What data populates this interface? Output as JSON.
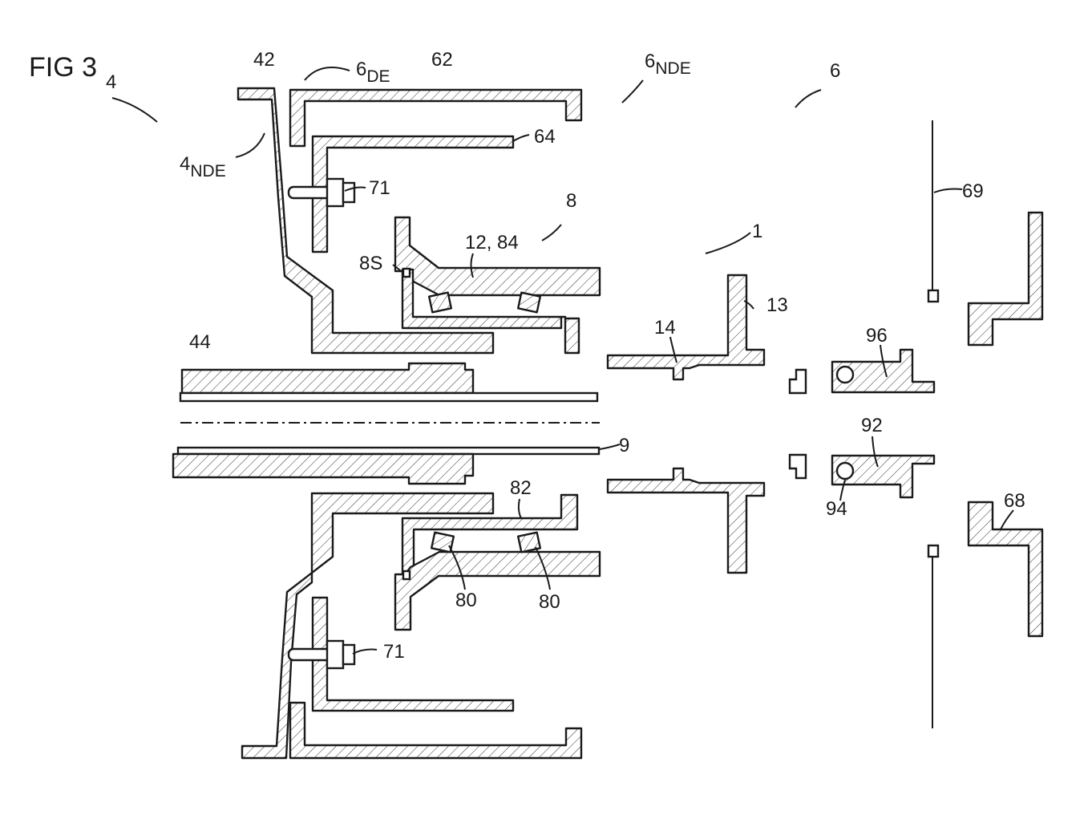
{
  "figure": {
    "title": "FIG 3",
    "labels": {
      "l4": "4",
      "l4nde": "4",
      "l4nde_sub": "NDE",
      "l42": "42",
      "l6de": "6",
      "l6de_sub": "DE",
      "l62": "62",
      "l6nde": "6",
      "l6nde_sub": "NDE",
      "l6": "6",
      "l64": "64",
      "l71_top": "71",
      "l69": "69",
      "l8": "8",
      "l12_84": "12, 84",
      "l1": "1",
      "l8s": "8S",
      "l13": "13",
      "l14": "14",
      "l96": "96",
      "l44": "44",
      "l9": "9",
      "l92": "92",
      "l82": "82",
      "l94": "94",
      "l68": "68",
      "l80_a": "80",
      "l80_b": "80",
      "l71_bottom": "71"
    }
  },
  "colors": {
    "line": "#1a1a1a",
    "background": "#ffffff"
  }
}
